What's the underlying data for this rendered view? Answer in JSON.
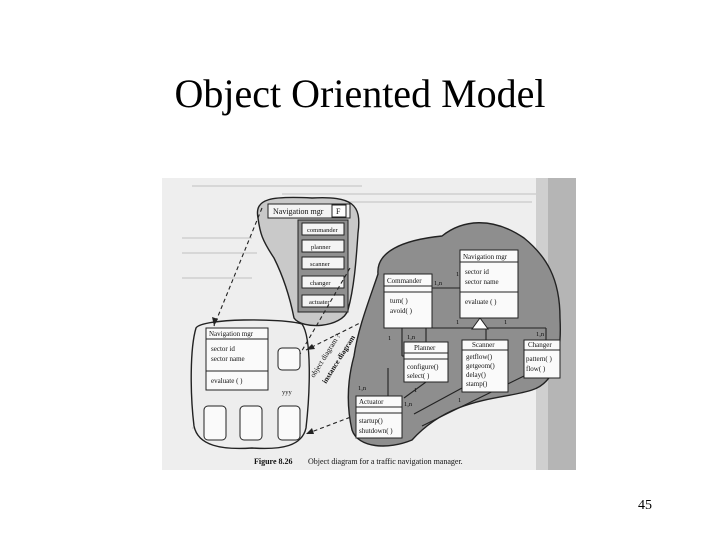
{
  "slide": {
    "title": "Object Oriented Model",
    "page_number": "45"
  },
  "figure": {
    "caption_label": "Figure 8.26",
    "caption_text": "Object diagram for a traffic navigation manager.",
    "side_label_1": "object diagram ?",
    "side_label_2": "instance diagram",
    "left_top": {
      "class_name": "Navigation mgr",
      "flag": "F",
      "parts": [
        "commander",
        "planner",
        "scanner",
        "changer",
        "actuater"
      ]
    },
    "left_bottom": {
      "class_name": "Navigation mgr",
      "attributes": [
        "sector id",
        "sector name"
      ],
      "operation": "evaluate ( )",
      "small_label": "yyy"
    },
    "right": {
      "nav": {
        "name": "Navigation mgr",
        "attributes": [
          "sector id",
          "sector name"
        ],
        "operation": "evaluate ( )"
      },
      "commander": {
        "name": "Commander",
        "operations": [
          "turn( )",
          "avoid( )"
        ]
      },
      "planner": {
        "name": "Planner",
        "operations": [
          "configure()",
          "select( )"
        ]
      },
      "scanner": {
        "name": "Scanner",
        "operations": [
          "getflow()",
          "getgeom()",
          "delay()",
          "stamp()"
        ]
      },
      "changer": {
        "name": "Changer",
        "operations": [
          "pattern( )",
          "flow( )"
        ]
      },
      "actuator": {
        "name": "Actuator",
        "operations": [
          "startup()",
          "shutdown( )"
        ]
      },
      "multiplicities": [
        "1,n",
        "1,n",
        "1,n",
        "1,n",
        "1,n",
        "1",
        "1",
        "1",
        "1",
        "1",
        "1"
      ]
    }
  }
}
